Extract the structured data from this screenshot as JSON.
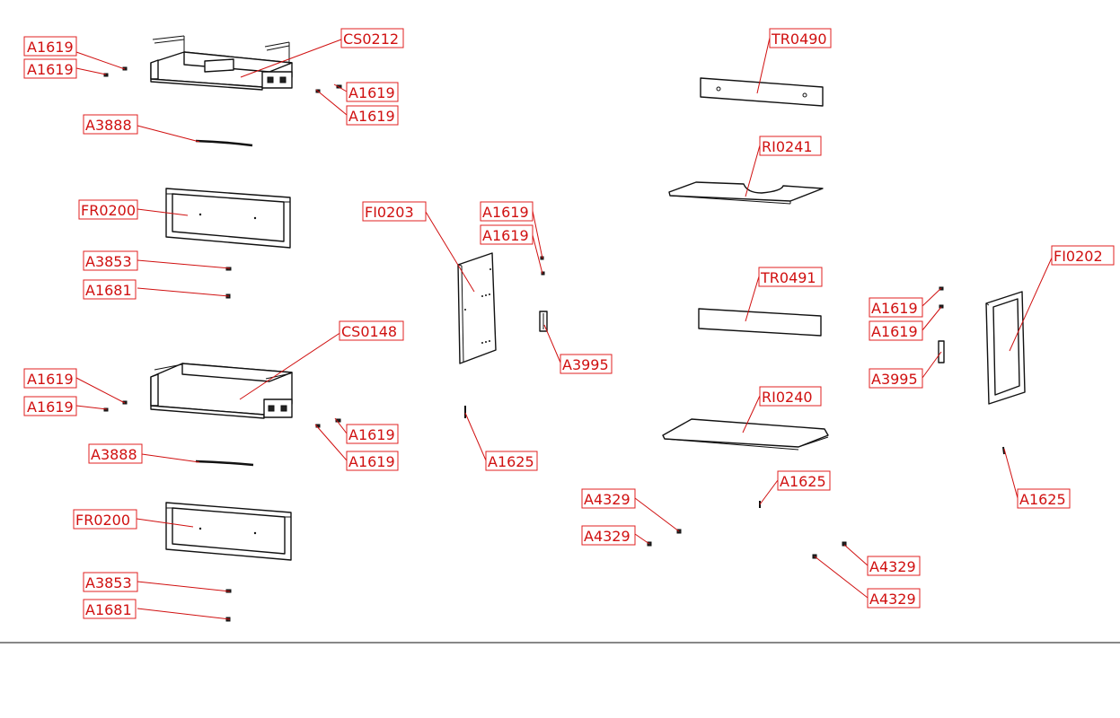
{
  "diagram": {
    "labels": [
      {
        "code": "A1619"
      },
      {
        "code": "A1619"
      },
      {
        "code": "CS0212"
      },
      {
        "code": "A1619"
      },
      {
        "code": "A1619"
      },
      {
        "code": "A3888"
      },
      {
        "code": "FR0200"
      },
      {
        "code": "A3853"
      },
      {
        "code": "A1681"
      },
      {
        "code": "CS0148"
      },
      {
        "code": "A1619"
      },
      {
        "code": "A1619"
      },
      {
        "code": "A1619"
      },
      {
        "code": "A1619"
      },
      {
        "code": "A3888"
      },
      {
        "code": "FR0200"
      },
      {
        "code": "A3853"
      },
      {
        "code": "A1681"
      },
      {
        "code": "FI0203"
      },
      {
        "code": "A1619"
      },
      {
        "code": "A1619"
      },
      {
        "code": "A3995"
      },
      {
        "code": "A1625"
      },
      {
        "code": "TR0490"
      },
      {
        "code": "RI0241"
      },
      {
        "code": "TR0491"
      },
      {
        "code": "RI0240"
      },
      {
        "code": "A1625"
      },
      {
        "code": "A4329"
      },
      {
        "code": "A4329"
      },
      {
        "code": "A4329"
      },
      {
        "code": "A4329"
      },
      {
        "code": "FI0202"
      },
      {
        "code": "A1619"
      },
      {
        "code": "A1619"
      },
      {
        "code": "A3995"
      },
      {
        "code": "A1625"
      }
    ]
  }
}
